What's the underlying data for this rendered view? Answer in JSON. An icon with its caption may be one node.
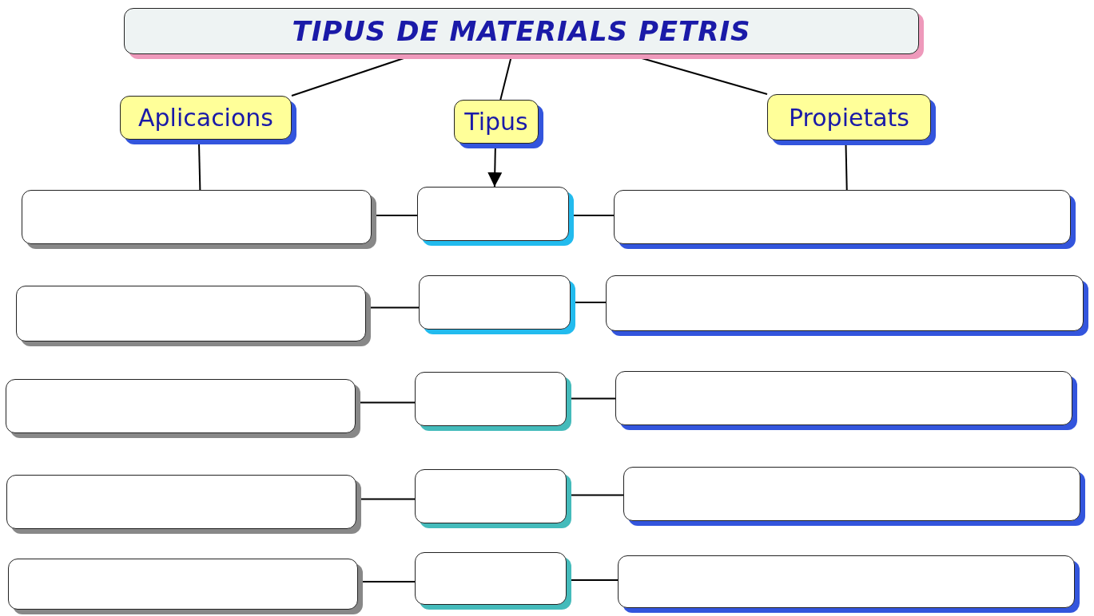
{
  "diagram": {
    "nodes": [
      {
        "text": [
          "TIPUS DE MATERIALS PETRIS"
        ]
      },
      {
        "text": [
          "Aplicacions"
        ]
      },
      {
        "text": [
          "Tipus"
        ]
      },
      {
        "text": [
          "Propietats"
        ]
      },
      {
        "text": [],
        "shape": "box"
      },
      {
        "text": [],
        "shape": "box"
      },
      {
        "text": [],
        "shape": "box"
      },
      {
        "text": [],
        "shape": "box"
      },
      {
        "text": [],
        "shape": "box"
      },
      {
        "text": [],
        "shape": "box"
      },
      {
        "text": [],
        "shape": "box"
      },
      {
        "text": [],
        "shape": "box"
      },
      {
        "text": [],
        "shape": "box"
      },
      {
        "text": [],
        "shape": "box"
      },
      {
        "text": [],
        "shape": "box"
      },
      {
        "text": [],
        "shape": "box"
      },
      {
        "text": [],
        "shape": "box"
      },
      {
        "text": [],
        "shape": "box"
      },
      {
        "text": [],
        "shape": "box"
      }
    ],
    "edges": [
      {
        "from": 0,
        "to": 1,
        "arrow": "none"
      },
      {
        "from": 0,
        "to": 2,
        "arrow": "none"
      },
      {
        "from": 0,
        "to": 3,
        "arrow": "none"
      },
      {
        "from": 1,
        "to": 4,
        "arrow": "none"
      },
      {
        "from": 2,
        "to": 5,
        "arrow": "to"
      },
      {
        "from": 3,
        "to": 6,
        "arrow": "none"
      },
      {
        "from": 4,
        "to": 5,
        "arrow": "none"
      },
      {
        "from": 5,
        "to": 6,
        "arrow": "none"
      },
      {
        "from": 7,
        "to": 8,
        "arrow": "none"
      },
      {
        "from": 8,
        "to": 9,
        "arrow": "none"
      },
      {
        "from": 10,
        "to": 11,
        "arrow": "none"
      },
      {
        "from": 11,
        "to": 12,
        "arrow": "none"
      },
      {
        "from": 13,
        "to": 14,
        "arrow": "none"
      },
      {
        "from": 14,
        "to": 15,
        "arrow": "none"
      },
      {
        "from": 16,
        "to": 17,
        "arrow": "none"
      },
      {
        "from": 17,
        "to": 18,
        "arrow": "none"
      }
    ]
  }
}
